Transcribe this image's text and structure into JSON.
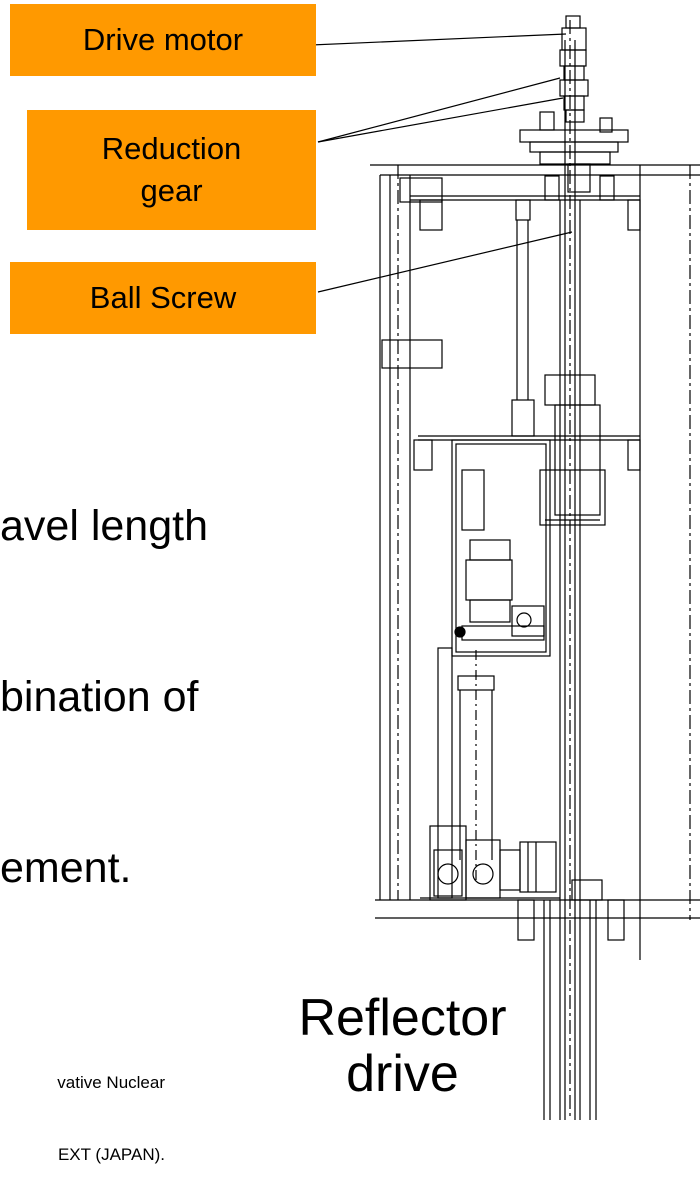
{
  "labels": {
    "drive_motor": "Drive motor",
    "reduction_gear_line1": "Reduction",
    "reduction_gear_line2": "gear",
    "ball_screw": "Ball Screw"
  },
  "body_text": {
    "line1": "avel length",
    "line2": "bination of",
    "line3": "ement."
  },
  "footnote": {
    "line1": "vative Nuclear",
    "line2": "EXT (JAPAN)."
  },
  "caption": {
    "line1": "Reflector",
    "line2": "drive"
  },
  "colors": {
    "label_fill": "#FF9900",
    "line": "#000000"
  }
}
